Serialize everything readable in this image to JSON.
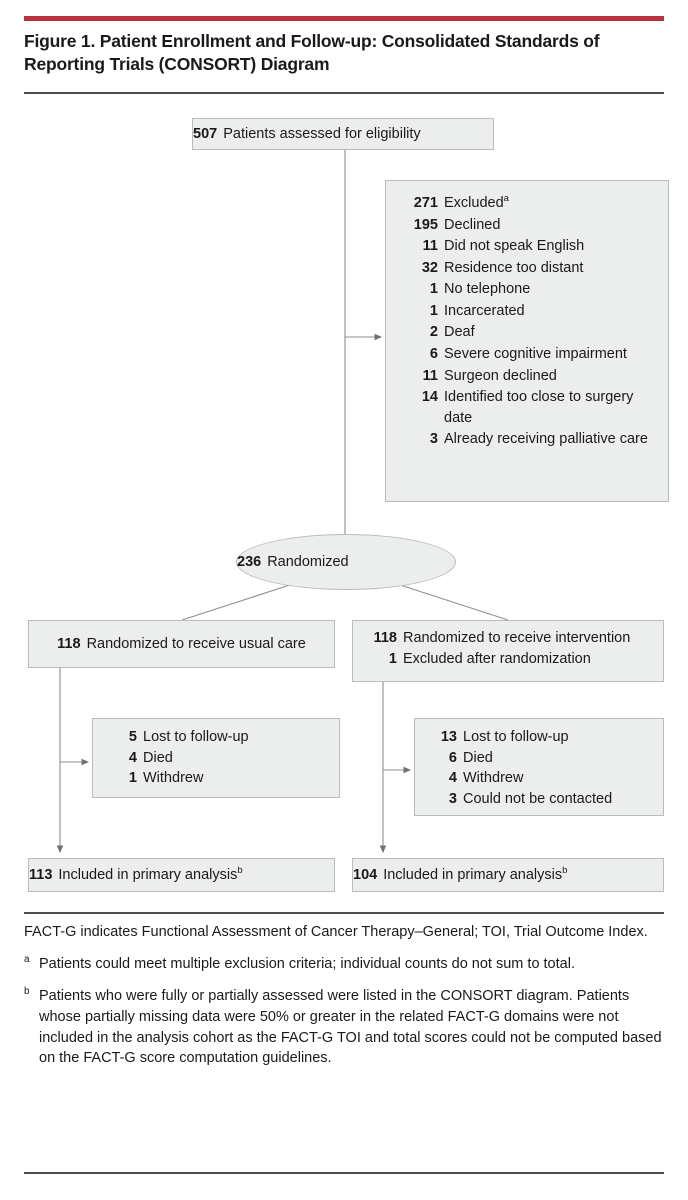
{
  "figure": {
    "title": "Figure 1. Patient Enrollment and Follow-up: Consolidated Standards of Reporting Trials (CONSORT) Diagram",
    "accent_color": "#b8333f",
    "box_fill": "#eceded",
    "box_border": "#b9bcbd",
    "connector_color": "#8c9091"
  },
  "chart_data": {
    "type": "diagram",
    "title": "Figure 1. Patient Enrollment and Follow-up: Consolidated Standards of Reporting Trials (CONSORT) Diagram",
    "nodes": {
      "assessed": {
        "count": "507",
        "label": "Patients assessed for eligibility"
      },
      "excluded": {
        "count": "271",
        "label": "Excluded",
        "footnote_mark": "a",
        "reasons": [
          {
            "count": "195",
            "label": "Declined"
          },
          {
            "count": "11",
            "label": "Did not speak English"
          },
          {
            "count": "32",
            "label": "Residence too distant"
          },
          {
            "count": "1",
            "label": "No telephone"
          },
          {
            "count": "1",
            "label": "Incarcerated"
          },
          {
            "count": "2",
            "label": "Deaf"
          },
          {
            "count": "6",
            "label": "Severe cognitive impairment"
          },
          {
            "count": "11",
            "label": "Surgeon declined"
          },
          {
            "count": "14",
            "label": "Identified too close to surgery date"
          },
          {
            "count": "3",
            "label": "Already receiving palliative care"
          }
        ]
      },
      "randomized": {
        "count": "236",
        "label": "Randomized"
      },
      "usual_care": {
        "count": "118",
        "label": "Randomized to receive usual care"
      },
      "intervention": {
        "count": "118",
        "label": "Randomized to receive intervention",
        "excluded_count": "1",
        "excluded_label": "Excluded after randomization"
      },
      "lost_usual": {
        "count": "5",
        "label": "Lost to follow-up",
        "items": [
          {
            "count": "4",
            "label": "Died"
          },
          {
            "count": "1",
            "label": "Withdrew"
          }
        ]
      },
      "lost_intervention": {
        "count": "13",
        "label": "Lost to follow-up",
        "items": [
          {
            "count": "6",
            "label": "Died"
          },
          {
            "count": "4",
            "label": "Withdrew"
          },
          {
            "count": "3",
            "label": "Could not be contacted"
          }
        ]
      },
      "analysis_usual": {
        "count": "113",
        "label": "Included in primary analysis",
        "footnote_mark": "b"
      },
      "analysis_intervention": {
        "count": "104",
        "label": "Included in primary analysis",
        "footnote_mark": "b"
      }
    }
  },
  "footnotes": {
    "abbreviations": "FACT-G indicates Functional Assessment of Cancer Therapy–General; TOI, Trial Outcome Index.",
    "a_mark": "a",
    "a_text": "Patients could meet multiple exclusion criteria; individual counts do not sum to total.",
    "b_mark": "b",
    "b_text": "Patients who were fully or partially assessed were listed in the CONSORT diagram. Patients whose partially missing data were 50% or greater in the related FACT-G domains were not included in the analysis cohort as the FACT-G TOI and total scores could not be computed based on the FACT-G score computation guidelines."
  }
}
